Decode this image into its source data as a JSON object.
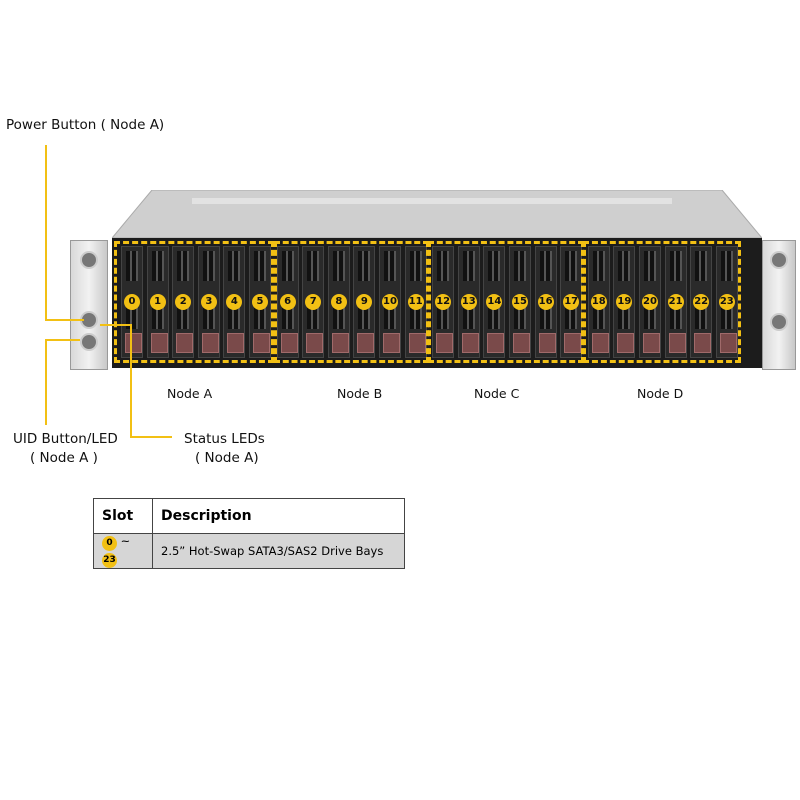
{
  "callouts": {
    "power_button": "Power Button ( Node A)",
    "uid_line1": "UID Button/LED",
    "uid_line2": "( Node A )",
    "status_line1": "Status LEDs",
    "status_line2": "( Node A)"
  },
  "nodes": [
    "Node A",
    "Node B",
    "Node C",
    "Node D"
  ],
  "drive_bays": [
    "0",
    "1",
    "2",
    "3",
    "4",
    "5",
    "6",
    "7",
    "8",
    "9",
    "10",
    "11",
    "12",
    "13",
    "14",
    "15",
    "16",
    "17",
    "18",
    "19",
    "20",
    "21",
    "22",
    "23"
  ],
  "table": {
    "headers": [
      "Slot",
      "Description"
    ],
    "rows": [
      {
        "slot_from": "0",
        "slot_sep": "~",
        "slot_to": "23",
        "description": "2.5” Hot-Swap SATA3/SAS2  Drive Bays"
      }
    ]
  },
  "colors": {
    "callout": "#f2c014",
    "chassis": "#1c1c1c"
  }
}
